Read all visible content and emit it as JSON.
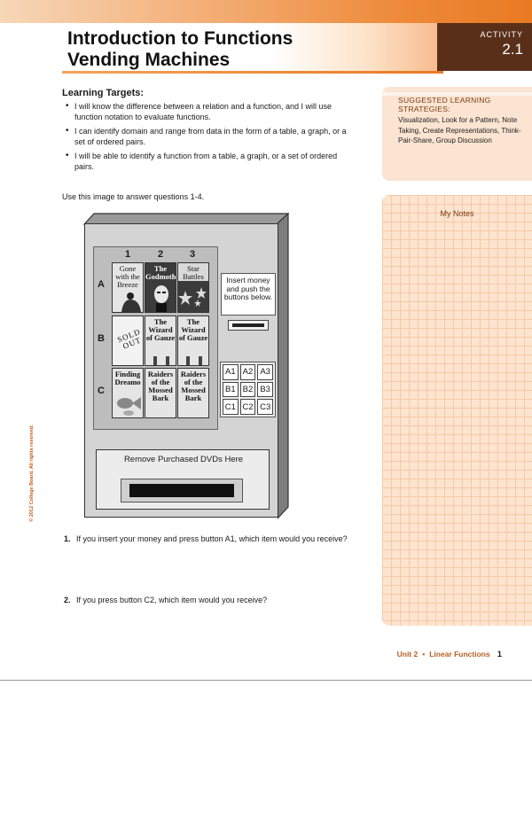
{
  "header": {
    "title_line1": "Introduction to Functions",
    "title_line2": "Vending Machines",
    "activity_label": "ACTIVITY",
    "activity_number": "2.1"
  },
  "learning_targets": {
    "heading": "Learning Targets:",
    "items": [
      "I will know the difference between a relation and a function, and I will use function notation to evaluate functions.",
      "I can identify domain and range from data in the form of a table, a graph, or a set of ordered pairs.",
      "I will be able to identify a function from a table, a graph, or a set of ordered pairs."
    ]
  },
  "instructions": "Use this image to answer questions 1-4.",
  "vending_machine": {
    "columns": [
      "1",
      "2",
      "3"
    ],
    "rows": [
      "A",
      "B",
      "C"
    ],
    "dvds": {
      "a1": "Gone with the Breeze",
      "a2": "The Godmother",
      "a3": "Star Battles",
      "b1": "SOLD OUT",
      "b2": "The Wizard of Gauze",
      "b3": "The Wizard of Gauze",
      "c1": "Finding Dreamo",
      "c2": "Raiders of the Mossed Bark",
      "c3": "Raiders of the Mossed Bark"
    },
    "insert_text": "Insert money and push the buttons below.",
    "buttons": [
      "A1",
      "A2",
      "A3",
      "B1",
      "B2",
      "B3",
      "C1",
      "C2",
      "C3"
    ],
    "tray_label": "Remove Purchased DVDs Here"
  },
  "questions": [
    {
      "number": "1.",
      "text": "If you insert your money and press button A1, which item would you receive?"
    },
    {
      "number": "2.",
      "text": "If you press button C2, which item would you receive?"
    }
  ],
  "sidebar": {
    "strategies_heading": "SUGGESTED LEARNING STRATEGIES:",
    "strategies": "Visualization, Look for a Pattern, Note Taking, Create Representations, Think-Pair-Share, Group Discussion",
    "notes_heading": "My Notes"
  },
  "copyright": "© 2012 College Board. All rights reserved.",
  "footer": {
    "unit": "Unit 2",
    "topic": "Linear Functions",
    "page": "1"
  },
  "colors": {
    "accent_orange": "#e97a22",
    "activity_brown": "#5a2f1a",
    "sidebar_peach": "#fbe4d1"
  }
}
